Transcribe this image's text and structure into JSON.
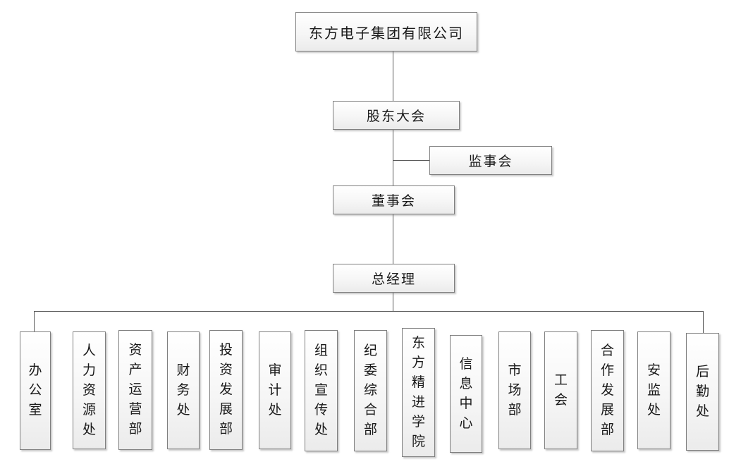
{
  "diagram": {
    "type": "org-chart",
    "nodes": {
      "root": "东方电子集团有限公司",
      "shareholders_meeting": "股东大会",
      "supervisory_board": "监事会",
      "board_of_directors": "董事会",
      "general_manager": "总经理"
    },
    "departments": [
      "办公室",
      "人力资源处",
      "资产运营部",
      "财务处",
      "投资发展部",
      "审计处",
      "组织宣传处",
      "纪委综合部",
      "东方精进学院",
      "信息中心",
      "市场部",
      "工会",
      "合作发展部",
      "安监处",
      "后勤处"
    ],
    "colors": {
      "box_border": "#7f7f7f",
      "line": "#595959",
      "fill_top": "#ffffff",
      "fill_bottom": "#ebebeb"
    }
  }
}
